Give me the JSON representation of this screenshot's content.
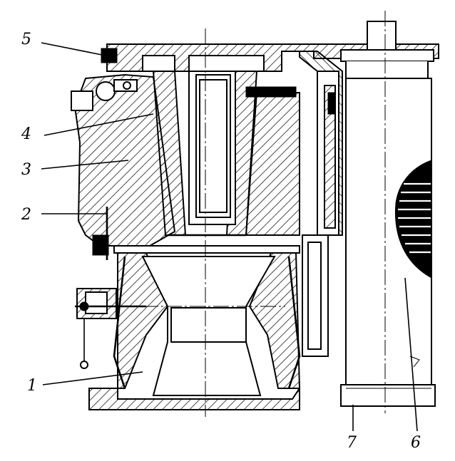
{
  "callouts": [
    {
      "id": "label-5",
      "text": "5"
    },
    {
      "id": "label-4",
      "text": "4"
    },
    {
      "id": "label-3",
      "text": "3"
    },
    {
      "id": "label-2",
      "text": "2"
    },
    {
      "id": "label-1",
      "text": "1"
    },
    {
      "id": "label-7",
      "text": "7"
    },
    {
      "id": "label-6",
      "text": "6"
    }
  ]
}
